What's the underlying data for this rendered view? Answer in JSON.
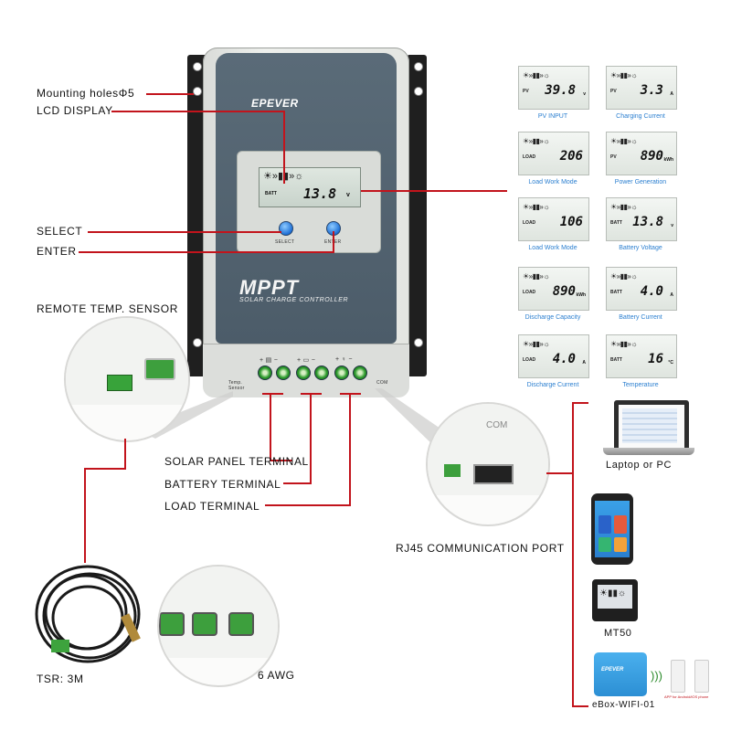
{
  "labels": {
    "mounting_holes": "Mounting  holesΦ5",
    "lcd_display": "LCD  DISPLAY",
    "select": "SELECT",
    "enter": "ENTER",
    "remote_temp_sensor": "REMOTE  TEMP.  SENSOR",
    "solar_panel_terminal": "SOLAR  PANEL  TERMINAL",
    "battery_terminal": "BATTERY  TERMINAL",
    "load_terminal": "LOAD  TERMINAL",
    "rj45_port": "RJ45  COMMUNICATION  PORT",
    "tsr": "TSR: 3M",
    "awg": "6  AWG",
    "com": "COM"
  },
  "controller": {
    "brand": "EPEVER",
    "model": "MPPT",
    "subtitle": "SOLAR CHARGE CONTROLLER",
    "lcd_label": "BATT",
    "lcd_value": "13.8",
    "lcd_unit": "v",
    "select_label": "SELECT",
    "enter_label": "ENTER",
    "temp_sensor_label": "Temp. Sensor",
    "com_label": "COM"
  },
  "lcd_panels": [
    {
      "tag": "PV",
      "value": "39.8",
      "unit": "v",
      "caption": "PV  INPUT"
    },
    {
      "tag": "PV",
      "value": "3.3",
      "unit": "A",
      "caption": "Charging  Current"
    },
    {
      "tag": "LOAD",
      "value": "206",
      "unit": "",
      "caption": "Load  Work  Mode"
    },
    {
      "tag": "PV",
      "value": "890",
      "unit": "kWh",
      "caption": "Power  Generation"
    },
    {
      "tag": "LOAD",
      "value": "106",
      "unit": "",
      "caption": "Load  Work  Mode"
    },
    {
      "tag": "BATT",
      "value": "13.8",
      "unit": "v",
      "caption": "Battery  Voltage"
    },
    {
      "tag": "LOAD",
      "value": "890",
      "unit": "kWh",
      "caption": "Discharge  Capacity"
    },
    {
      "tag": "BATT",
      "value": "4.0",
      "unit": "A",
      "caption": "Battery  Current"
    },
    {
      "tag": "LOAD",
      "value": "4.0",
      "unit": "A",
      "caption": "Discharge  Current"
    },
    {
      "tag": "BATT",
      "value": "16",
      "unit": "°C",
      "caption": "Temperature"
    }
  ],
  "devices": {
    "laptop": "Laptop  or  PC",
    "mt50": "MT50",
    "ebox": "eBox-WIFI-01",
    "app_note": "APP for Android/iOS phone"
  },
  "colors": {
    "leader_line": "#c2141c",
    "caption_blue": "#2b7fd0",
    "terminal_green": "#2b9a2b",
    "face_gray": "#56677a"
  }
}
